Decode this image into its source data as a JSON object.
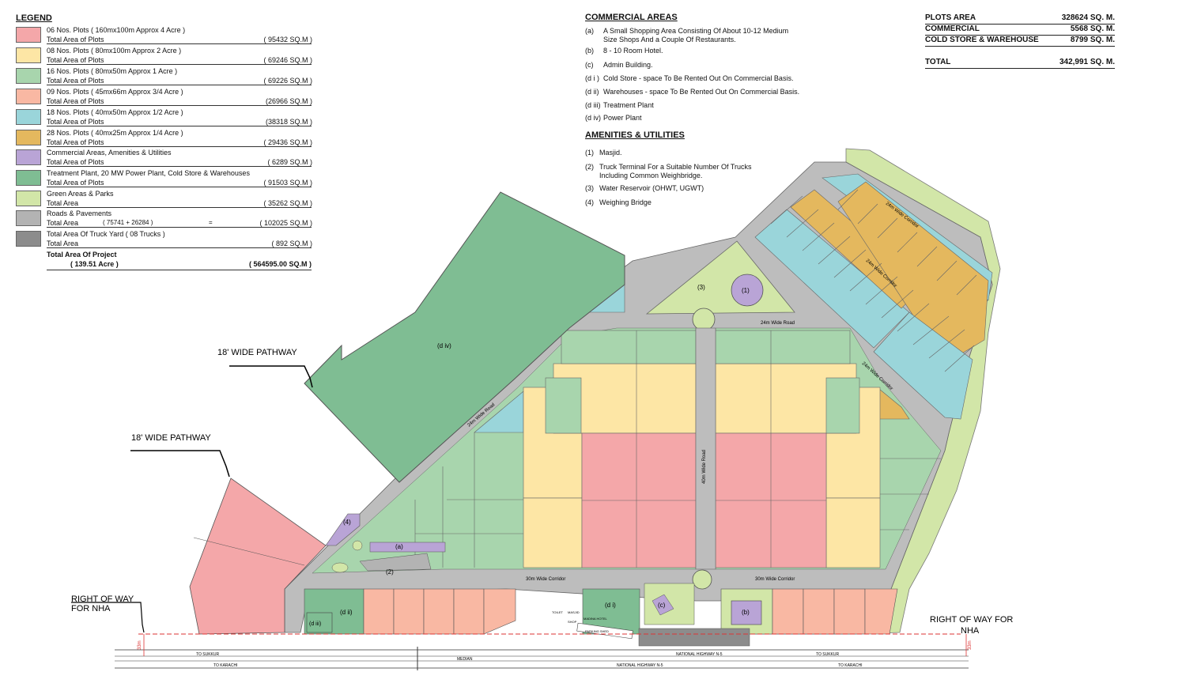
{
  "legend": {
    "title": "LEGEND",
    "items": [
      {
        "color": "#f4a7a9",
        "line1": "06 Nos. Plots ( 160mx100m Approx 4 Acre )",
        "line2": "Total Area of Plots",
        "value": "( 95432 SQ.M )"
      },
      {
        "color": "#fde6a5",
        "line1": "08 Nos. Plots ( 80mx100m Approx 2 Acre )",
        "line2": "Total Area of Plots",
        "value": "( 69246 SQ.M )"
      },
      {
        "color": "#a8d5ad",
        "line1": "16 Nos. Plots ( 80mx50m Approx 1 Acre )",
        "line2": "Total Area of Plots",
        "value": "( 69226 SQ.M )"
      },
      {
        "color": "#f9b8a3",
        "line1": "09 Nos. Plots ( 45mx66m Approx 3/4 Acre )",
        "line2": "Total Area of Plots",
        "value": "(26966 SQ.M )"
      },
      {
        "color": "#9ad5da",
        "line1": "18 Nos. Plots ( 40mx50m Approx 1/2 Acre )",
        "line2": "Total Area of Plots",
        "value": "(38318 SQ.M )"
      },
      {
        "color": "#e4b85e",
        "line1": "28 Nos. Plots ( 40mx25m Approx 1/4 Acre )",
        "line2": "Total Area of Plots",
        "value": "( 29436 SQ.M )"
      },
      {
        "color": "#b9a4d6",
        "line1": "Commercial Areas, Amenities & Utilities",
        "line2": "Total Area of Plots",
        "value": "( 6289 SQ.M )"
      },
      {
        "color": "#7fbd93",
        "line1": "Treatment Plant, 20 MW Power Plant, Cold Store & Warehouses",
        "line2": "Total Area of Plots",
        "value": "( 91503 SQ.M )"
      },
      {
        "color": "#d2e6a8",
        "line1": "Green Areas & Parks",
        "line2": "Total Area",
        "value": "( 35262 SQ.M )"
      },
      {
        "color": "#b3b3b3",
        "line1": "Roads & Pavements",
        "line2": "Total Area",
        "value": "( 102025 SQ.M )",
        "mid1": "( 75741 + 26284 )",
        "mid2": "="
      },
      {
        "color": "#8c8c8c",
        "line1": "Total Area Of Truck Yard ( 08 Trucks )",
        "line2": "Total Area",
        "value": "( 892 SQ.M )"
      }
    ],
    "total_label": "Total Area Of Project",
    "total_acre": "( 139.51 Acre )",
    "total_value": "( 564595.00  SQ.M )"
  },
  "commercial": {
    "title": "COMMERCIAL AREAS",
    "items": [
      {
        "key": "(a)",
        "text": "A Small Shopping Area Consisting Of About 10-12 Medium",
        "text2": "Size Shops And a Couple Of Restaurants."
      },
      {
        "key": "(b)",
        "text": "8 - 10 Room Hotel."
      },
      {
        "key": "(c)",
        "text": "Admin Building."
      },
      {
        "key": "(d i )",
        "text": "Cold Store - space To Be Rented Out On Commercial Basis."
      },
      {
        "key": "(d ii)",
        "text": "Warehouses - space To Be Rented Out On Commercial Basis."
      },
      {
        "key": "(d iii)",
        "text": "Treatment Plant"
      },
      {
        "key": "(d iv)",
        "text": "Power Plant"
      }
    ]
  },
  "amenities": {
    "title": "AMENITIES & UTILITIES",
    "items": [
      {
        "key": "(1)",
        "text": "Masjid."
      },
      {
        "key": "(2)",
        "text": "Truck Terminal For a Suitable Number Of Trucks",
        "text2": "Including Common Weighbridge."
      },
      {
        "key": "(3)",
        "text": "Water Reservoir (OHWT, UGWT)"
      },
      {
        "key": "(4)",
        "text": "Weighing Bridge"
      }
    ]
  },
  "summary": [
    {
      "label": "PLOTS AREA",
      "value": "328624  SQ. M."
    },
    {
      "label": "COMMERCIAL",
      "value": "5568  SQ. M."
    },
    {
      "label": "COLD STORE & WAREHOUSE",
      "value": "8799  SQ. M."
    },
    {
      "label": "TOTAL",
      "value": "342,991  SQ. M."
    }
  ],
  "map": {
    "pathway1": "18' WIDE PATHWAY",
    "pathway2": "18' WIDE PATHWAY",
    "row_left_1": "RIGHT OF WAY",
    "row_left_2": "FOR NHA",
    "row_right_1": "RIGHT OF WAY FOR",
    "row_right_2": "NHA",
    "road_24_left": "24m Wide Road",
    "road_24_top": "24m Wide Road",
    "corr_24_a": "24m Wide  Corridor",
    "corr_24_b": "24m Wide  Corridor",
    "corr_24_c": "24m Wide  Corridor",
    "road_40": "40m Wide Road",
    "corr_30_left": "30m Wide  Corridor",
    "corr_30_right": "30m Wide  Corridor",
    "highway_top": "NATIONAL HIGHWAY N-5",
    "highway_bottom": "NATIONAL HIGHWAY N-5",
    "median": "MEDIAN",
    "to_sukkur_l": "TO SUKKUR",
    "to_karachi_l": "TO KARACHI",
    "to_sukkur_r": "TO SUKKUR",
    "to_karachi_r": "TO KARACHI",
    "dim_33": "33m",
    "lbl_div": "(d iv)",
    "lbl_di": "(d i)",
    "lbl_dii": "(d ii)",
    "lbl_diii": "(d iii)",
    "lbl_a": "(a)",
    "lbl_b": "(b)",
    "lbl_c": "(c)",
    "lbl_1": "(1)",
    "lbl_2": "(2)",
    "lbl_3": "(3)",
    "lbl_4": "(4)",
    "toilet": "TOILET",
    "shop": "SHOP",
    "masjid_hotel": "MADINA HOTEL",
    "parking": "PARKING SHED",
    "masjid": "MASJID"
  },
  "colors": {
    "red": "#f4a7a9",
    "yellow": "#fde6a5",
    "lightgreen": "#a8d5ad",
    "salmon": "#f9b8a3",
    "cyan": "#9ad5da",
    "orange": "#e4b85e",
    "purple": "#b9a4d6",
    "darkgreen": "#7fbd93",
    "park": "#d2e6a8",
    "road": "#b3b3b3",
    "truck": "#8c8c8c"
  }
}
